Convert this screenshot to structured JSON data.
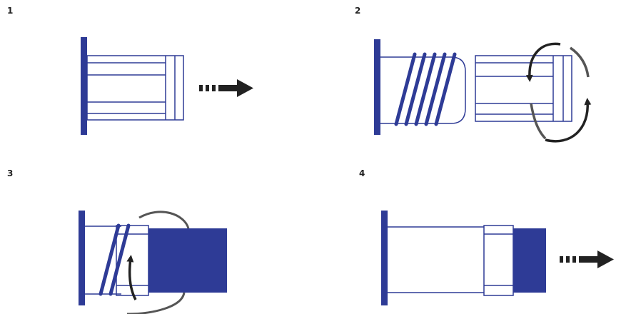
{
  "steps": [
    {
      "number": "1"
    },
    {
      "number": "2"
    },
    {
      "number": "3"
    },
    {
      "number": "4"
    }
  ],
  "colors": {
    "blue": "#2e3b96",
    "arrow": "#222222",
    "background": "#ffffff"
  }
}
